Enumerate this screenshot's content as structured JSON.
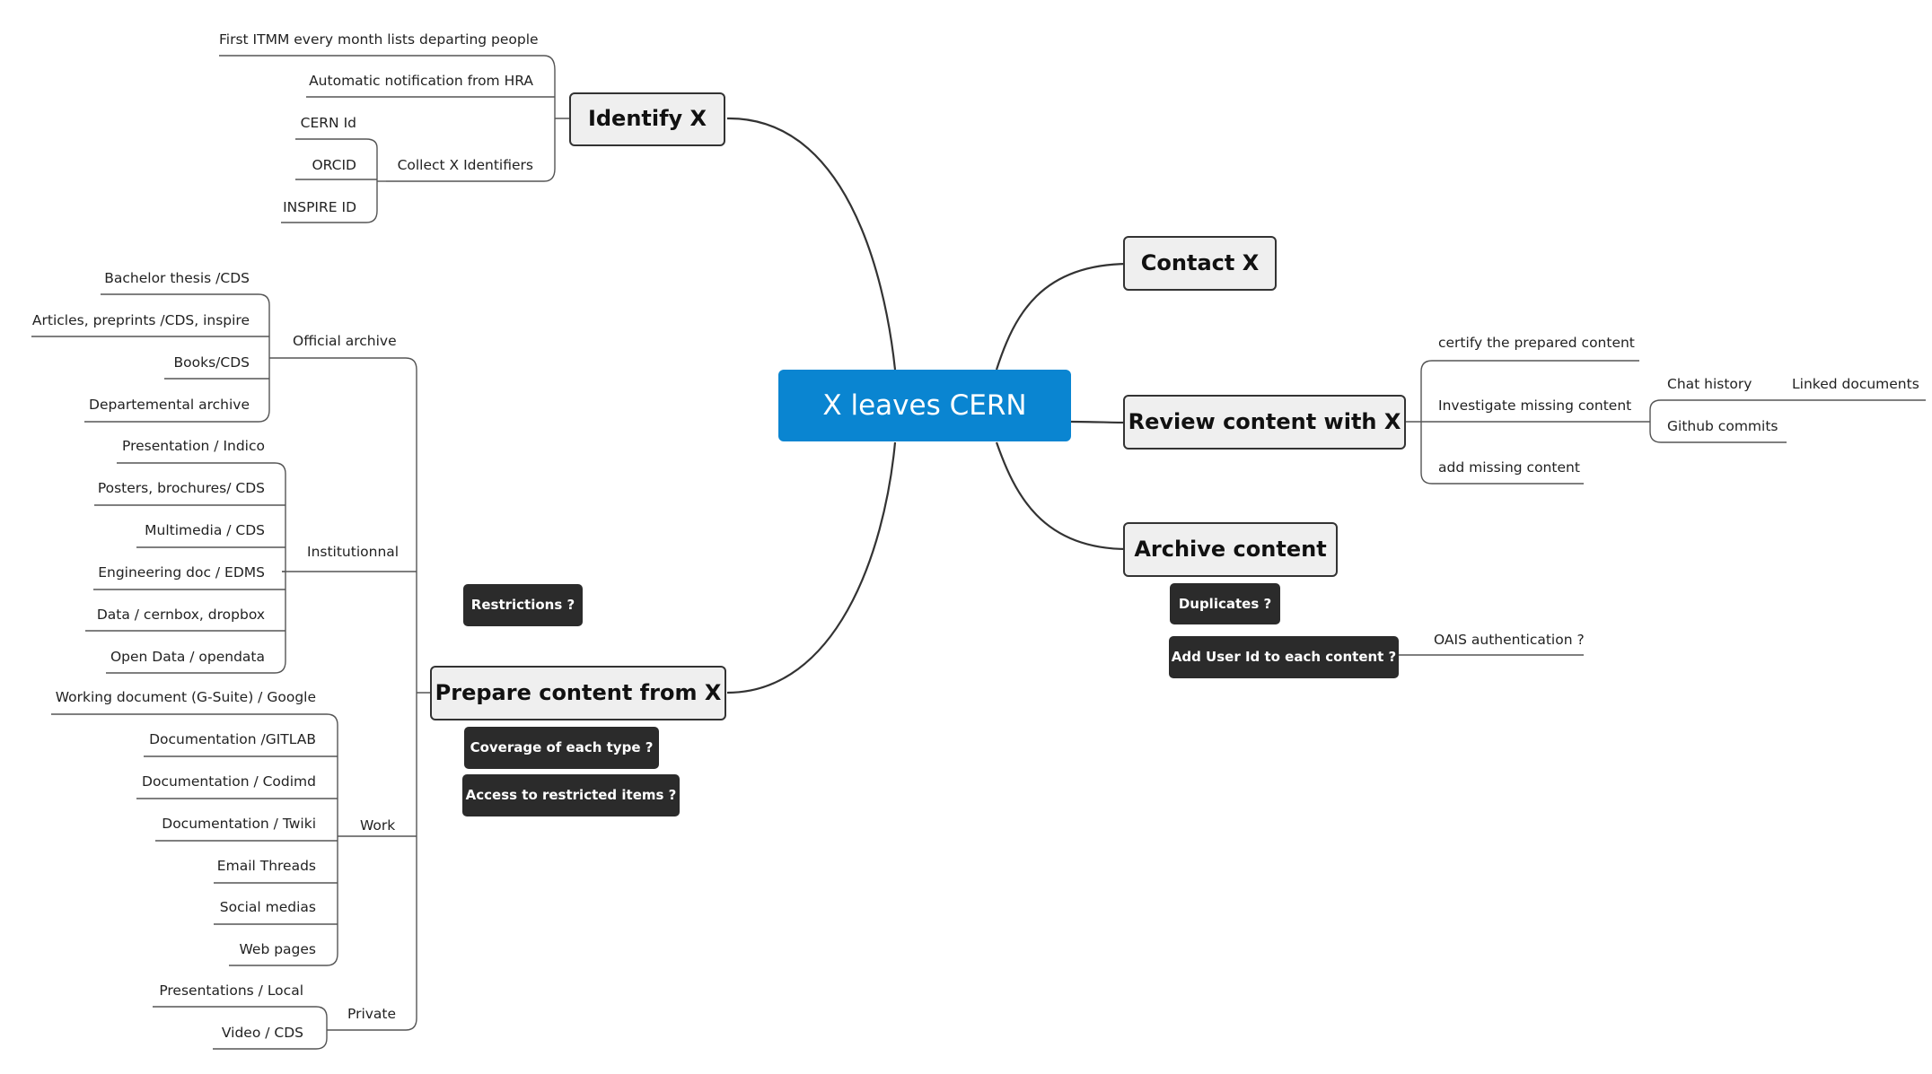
{
  "central": "X leaves CERN",
  "branches": {
    "identify": "Identify X",
    "contact": "Contact X",
    "review": "Review content with X",
    "archive": "Archive content",
    "prepare": "Prepare content from X"
  },
  "identify": {
    "first_itmm": "First ITMM every month lists departing people",
    "auto_notification": "Automatic notification from HRA",
    "collect_identifiers": "Collect X Identifiers",
    "identifiers": [
      "CERN Id",
      "ORCID",
      "INSPIRE ID"
    ]
  },
  "review": {
    "certify": "certify the prepared content",
    "investigate": "Investigate missing content",
    "add_missing": "add missing content",
    "chat_history": "Chat history",
    "linked_documents": "Linked documents",
    "github_commits": "Github commits"
  },
  "archive": {
    "duplicates": "Duplicates ?",
    "add_user_id": "Add User Id to each content ?",
    "oais": "OAIS authentication ?"
  },
  "prepare": {
    "notes": {
      "restrictions": "Restrictions ?",
      "coverage": "Coverage of each type ?",
      "access": "Access to restricted items ?"
    },
    "official_archive": {
      "label": "Official archive",
      "items": [
        "Bachelor thesis /CDS",
        "Articles, preprints /CDS, inspire",
        "Books/CDS",
        "Departemental archive"
      ]
    },
    "institutional": {
      "label": "Institutionnal",
      "items": [
        "Presentation / Indico",
        "Posters, brochures/ CDS",
        "Multimedia / CDS",
        "Engineering doc / EDMS",
        "Data  / cernbox, dropbox",
        "Open Data / opendata"
      ]
    },
    "work": {
      "label": "Work",
      "items": [
        "Working document (G-Suite) / Google",
        "Documentation /GITLAB",
        "Documentation / Codimd",
        "Documentation / Twiki",
        "Email Threads",
        "Social medias",
        "Web pages"
      ]
    },
    "private": {
      "label": "Private",
      "items": [
        "Presentations / Local",
        "Video / CDS"
      ]
    }
  },
  "colors": {
    "central": "#0a85d1",
    "main_fill": "#efefef",
    "note_fill": "#2b2b2b",
    "line": "#333333"
  }
}
